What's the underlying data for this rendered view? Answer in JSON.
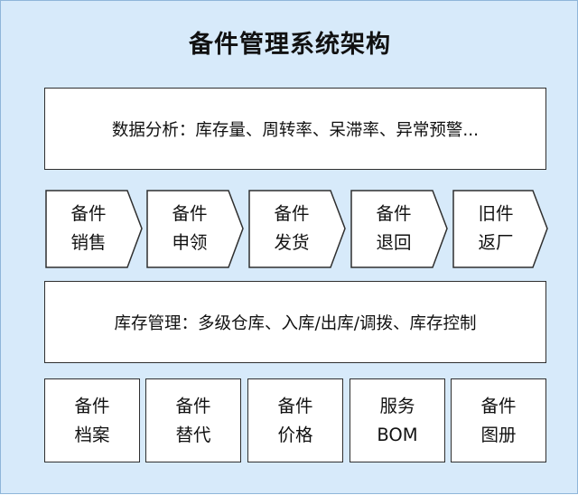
{
  "title": "备件管理系统架构",
  "analysis": "数据分析：库存量、周转率、呆滞率、异常预警...",
  "process": [
    {
      "line1": "备件",
      "line2": "销售"
    },
    {
      "line1": "备件",
      "line2": "申领"
    },
    {
      "line1": "备件",
      "line2": "发货"
    },
    {
      "line1": "备件",
      "line2": "退回"
    },
    {
      "line1": "旧件",
      "line2": "返厂"
    }
  ],
  "inventory": "库存管理：多级仓库、入库/出库/调拨、库存控制",
  "master": [
    {
      "line1": "备件",
      "line2": "档案"
    },
    {
      "line1": "备件",
      "line2": "替代"
    },
    {
      "line1": "备件",
      "line2": "价格"
    },
    {
      "line1": "服务",
      "line2": "BOM"
    },
    {
      "line1": "备件",
      "line2": "图册"
    }
  ]
}
